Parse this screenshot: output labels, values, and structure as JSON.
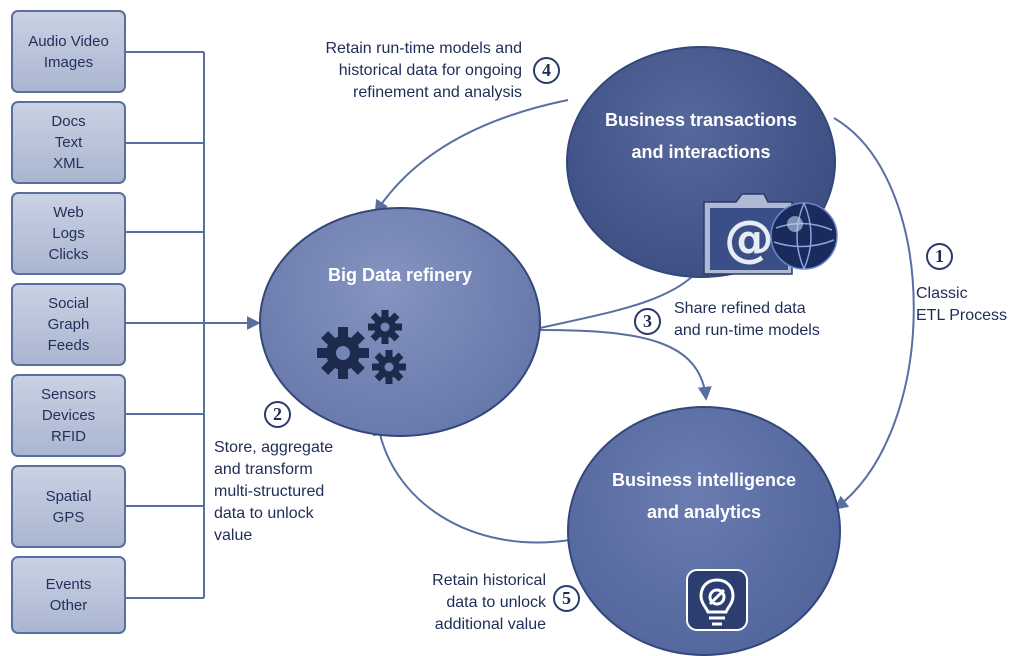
{
  "sources": [
    "Audio Video\nImages",
    "Docs\nText\nXML",
    "Web\nLogs\nClicks",
    "Social\nGraph\nFeeds",
    "Sensors\nDevices\nRFID",
    "Spatial\nGPS",
    "Events\nOther"
  ],
  "nodes": {
    "refinery": "Big Data refinery",
    "transactions": "Business transactions\nand interactions",
    "intelligence": "Business intelligence\nand analytics"
  },
  "steps": [
    {
      "num": "1",
      "text": "Classic\nETL Process"
    },
    {
      "num": "2",
      "text": "Store, aggregate\nand transform\nmulti-structured\ndata to unlock\nvalue"
    },
    {
      "num": "3",
      "text": "Share refined data\nand run-time models"
    },
    {
      "num": "4",
      "text": "Retain run-time models and\nhistorical data for ongoing\nrefinement and analysis"
    },
    {
      "num": "5",
      "text": "Retain historical\ndata to unlock\nadditional value"
    }
  ],
  "icons": {
    "refinery": "gears-icon",
    "transactions": "email-globe-icon",
    "intelligence": "lightbulb-gear-icon"
  },
  "colors": {
    "source_fill": "#b8c2d9",
    "source_border": "#5a6fa1",
    "refinery_fill": "#6f80b0",
    "transactions_fill": "#3f5189",
    "intelligence_fill": "#5368a0",
    "arrow": "#5a6fa1",
    "text": "#1f2d55"
  }
}
